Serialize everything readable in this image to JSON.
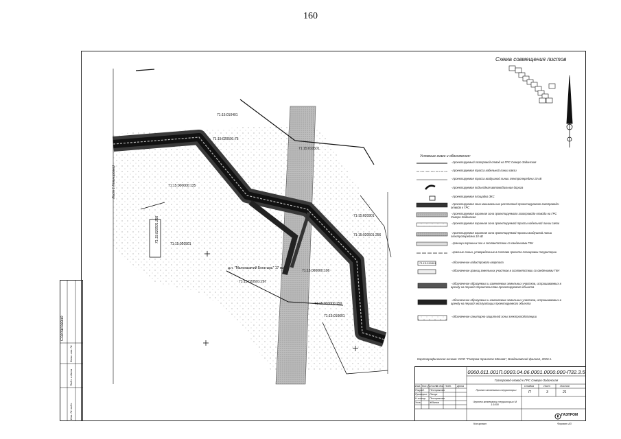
{
  "page_number": "160",
  "scheme": {
    "title": "Схема совмещения листов"
  },
  "legend": {
    "title": "Условные знаки и обозначения:",
    "items": [
      "- проектируемый газопровод-отвод на ГРС Северо-Задонская",
      "- проектируемая трасса кабельной линии связи",
      "- проектируемая трасса воздушной линии электропередачи 10 кВ",
      "- проектируемая подъездная автомобильная дорога",
      "- проектируемая площадка ЗКС",
      "- проектируемая зона минимальных расстояний проектируемого газопровода-отвода к ГРС",
      "- проектируемая охранная зона проектируемого газопровода-отвода на ГРС Северо-Задонская",
      "- проектируемая охранная зона проектируемой трассы кабельной линии связи",
      "- проектируемая охранная зона проектируемой трассы воздушной линии электропередачи 10 кВ",
      "- граница охранных зон в соответствии со сведениями ГКН",
      "- красные линии, утвержденные в составе проекта планировки территории",
      "- обозначение кадастрового квартала",
      "- обозначение границ земельных участков в соответствии со сведениями ГКН",
      "- обозначение образуемых и изменяемых земельных участков, испрашиваемых в аренду на период строительства проектируемого объекта",
      "- обозначение образуемых и изменяемых земельных участков, испрашиваемых в аренду на период эксплуатации проектируемого объекта",
      "- обозначение санитарно-защитной зоны электроподстанции"
    ],
    "symbol_labels": [
      "71:15:010401"
    ]
  },
  "map_labels": {
    "cadastral_blocks": [
      "71:15:010401",
      "71:15:010501",
      "71:15:020301",
      "71:15:020501",
      "71:15:010601"
    ],
    "parcels": [
      "71:15:020501:75",
      "71:15:020501:256",
      "71:15:000000:135",
      "71:15:020501:267",
      "71:15:000000:150",
      "71:15:000000:106"
    ],
    "place_note": "д.п. \"Малоказачий Богатырь\" 17 км",
    "side_note": "Лист 1 (планировка)"
  },
  "source_note": "Картографическая основа: ООО \"Газпром трансгаз Москва\", Богдановский филиал, 2016 г.",
  "title_block": {
    "doc_code": "0060.011.001П.0003.04.06.0001.0000.000-П32.3.5",
    "project_name": "Газопровод-отвод к ГРС Северо-Задонская",
    "sheet_title": "Проект межевания территории",
    "drawing_title": "Чертеж межевания территории М 1:1000",
    "headers": [
      "Изм.",
      "Кол.уч.",
      "Лист",
      "№ док.",
      "Подп.",
      "Дата"
    ],
    "roles": [
      "Разраб.",
      "Проверил",
      "Н.контр.",
      "Утв."
    ],
    "names": [
      "Пестрякова",
      "Ляшук",
      "Пестрякова",
      "Жданов"
    ],
    "stage_header": [
      "Стадия",
      "Лист",
      "Листов"
    ],
    "stage_values": [
      "П",
      "3",
      "21"
    ],
    "company": "ГАЗПРОМ",
    "copied": "Копировал",
    "format": "Формат А3"
  },
  "stamp": {
    "agreed": "Согласовано",
    "labels": [
      "Взам. инв. №",
      "Подп. и дата",
      "Инв. № подл."
    ]
  }
}
